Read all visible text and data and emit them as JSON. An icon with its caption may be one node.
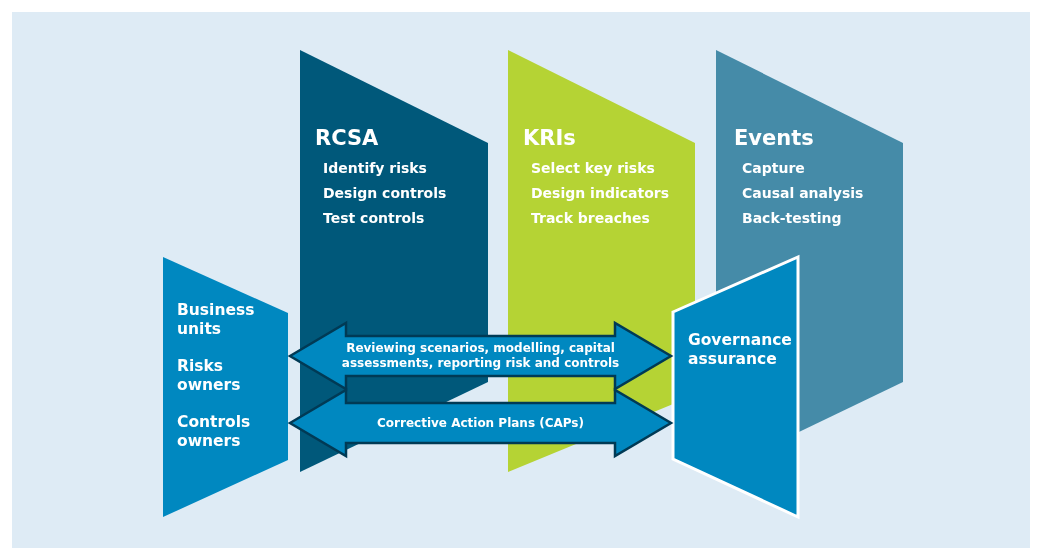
{
  "diagram": {
    "nodes": [
      {
        "text": [
          "RCSA",
          "Identify risks",
          "Design controls",
          "Test controls"
        ]
      },
      {
        "text": [
          "KRIs",
          "Select key risks",
          "Design indicators",
          "Track breaches"
        ]
      },
      {
        "text": [
          "Events",
          "Capture",
          "Causal analysis",
          "Back-testing"
        ]
      },
      {
        "text": [
          "Business units",
          "Risks owners",
          "Controls owners"
        ]
      },
      {
        "text": [
          "Governance assurance"
        ]
      }
    ],
    "edges": [
      {
        "from": 3,
        "to": 4,
        "arrow": "both",
        "label": "Reviewing scenarios, modelling, capital assessments, reporting risk and controls"
      },
      {
        "from": 3,
        "to": 4,
        "arrow": "both",
        "label": "Corrective Action Plans (CAPs)"
      }
    ]
  }
}
